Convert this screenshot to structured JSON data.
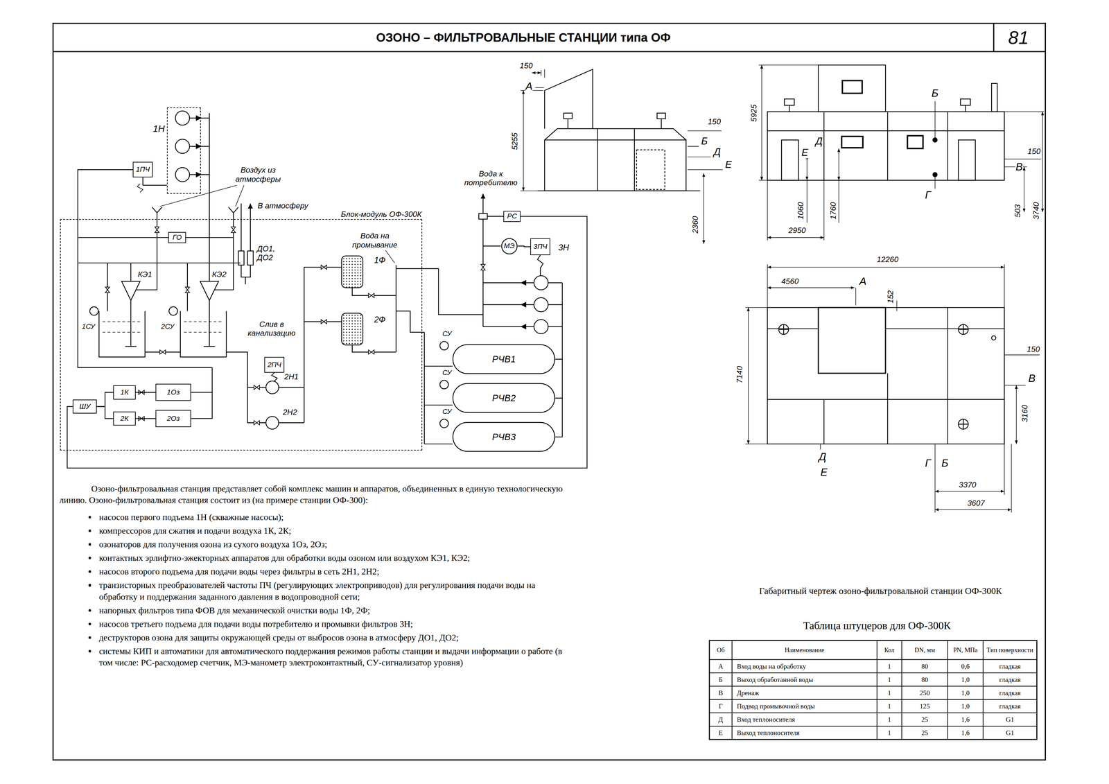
{
  "diagram": {
    "title": "ОЗОНО – ФИЛЬТРОВАЛЬНЫЕ СТАНЦИИ типа ОФ",
    "nodes": [
      {
        "text": [
          "1Н"
        ]
      },
      {
        "text": [
          "1ПЧ"
        ]
      },
      {
        "text": [
          "Блок-модуль ОФ-300К"
        ]
      },
      {
        "text": [
          "ГО"
        ],
        "in": 2
      },
      {
        "text": [
          "2ПЧ"
        ],
        "in": 2
      },
      {
        "text": [
          "1К"
        ],
        "in": 2
      },
      {
        "text": [
          "1Оз"
        ],
        "in": 2
      },
      {
        "text": [
          "ШУ"
        ],
        "in": 2
      },
      {
        "text": [
          "2К"
        ],
        "in": 2
      },
      {
        "text": [
          "2Оз"
        ],
        "in": 2
      },
      {
        "text": [
          "РС"
        ]
      },
      {
        "text": [
          "МЭ"
        ]
      },
      {
        "text": [
          "3ПЧ"
        ]
      },
      {
        "text": [
          "РЧВ1"
        ]
      },
      {
        "text": [
          "РЧВ2"
        ]
      },
      {
        "text": [
          "РЧВ3"
        ]
      }
    ],
    "edges": [
      {
        "from": 1,
        "to": 0,
        "arrow": "none"
      },
      {
        "from": 7,
        "to": 5,
        "arrow": "none"
      },
      {
        "from": 7,
        "to": 8,
        "arrow": "none"
      },
      {
        "from": 5,
        "to": 6,
        "arrow": "none"
      },
      {
        "from": 8,
        "to": 9,
        "arrow": "none"
      },
      {
        "from": 11,
        "to": 12,
        "arrow": "none"
      },
      {
        "from": 13,
        "to": 14,
        "arrow": "none"
      },
      {
        "from": 14,
        "to": 15,
        "arrow": "none"
      },
      {
        "from": 7,
        "to": 10,
        "arrow": "none"
      }
    ],
    "labels": [
      "81",
      "Воздух из атмосферы",
      "В атмосферу",
      "Вода на промывание",
      "ДО1, ДО2",
      "1Ф",
      "2Ф",
      "КЭ1",
      "КЭ2",
      "1СУ",
      "2СУ",
      "Слив в канализацию",
      "2Н1",
      "2Н2",
      "Вода к потребителю",
      "3Н",
      "СУ",
      "СУ",
      "СУ",
      "150",
      "А",
      "5255",
      "150",
      "Б",
      "Д",
      "Е",
      "2360",
      "5925",
      "Б",
      "Д",
      "Е",
      "150",
      "В",
      "Г",
      "1060",
      "1760",
      "2950",
      "503",
      "3740",
      "12260",
      "4560",
      "А",
      "152",
      "7140",
      "150",
      "В",
      "3160",
      "Д",
      "Е",
      "Г",
      "Б",
      "3370",
      "3607",
      "Озоно-фильтровальная станция представляет собой комплекс машин и аппаратов, объединенных в единую технологическую линию. Озоно-фильтровальная станция состоит из (на примере станции ОФ-300):",
      "насосов первого подъема 1Н (скважные насосы);",
      "компрессоров для сжатия и подачи воздуха 1К, 2К;",
      "озонаторов для получения озона из сухого воздуха 1Оз, 2Оз;",
      "контактных эрлифтно-эжекторных аппаратов для обработки воды озоном или воздухом КЭ1, КЭ2;",
      "насосов второго подъема для подачи воды через фильтры в сеть 2Н1, 2Н2;",
      "транзисторных преобразователей частоты ПЧ (регулирующих электроприводов) для регулирования подачи воды на обработку и поддержания заданного давления в водопроводной сети;",
      "напорных фильтров типа ФОВ для механической очистки воды 1Ф, 2Ф;",
      "насосов третьего подъема для подачи воды потребителю и промывки фильтров 3Н;",
      "деструкторов озона для защиты окружающей среды от выбросов озона в атмосферу ДО1, ДО2;",
      "системы КИП и автоматики для автоматического поддержания режимов работы станции и выдачи информации о работе (в том числе: РС-расходомер счетчик, МЭ-манометр электроконтактный, СУ-сигнализатор уровня)",
      "Габаритный чертеж озоно-фильтровальной станции ОФ-300К",
      "Таблица штуцеров для ОФ-300К",
      "Об",
      "Наименование",
      "Кол",
      "DN, мм",
      "PN, МПа",
      "Тип поверхности",
      "А",
      "Вход воды на обработку",
      "1",
      "80",
      "0,6",
      "гладкая",
      "Б",
      "Выход обработанной воды",
      "1",
      "80",
      "1,0",
      "гладкая",
      "В",
      "Дренаж",
      "1",
      "250",
      "1,0",
      "гладкая",
      "Г",
      "Подвод промывочной воды",
      "1",
      "125",
      "1,0",
      "гладкая",
      "Д",
      "Вход теплоносителя",
      "1",
      "25",
      "1,6",
      "G1",
      "Е",
      "Выход теплоносителя",
      "1",
      "25",
      "1,6",
      "G1"
    ]
  }
}
